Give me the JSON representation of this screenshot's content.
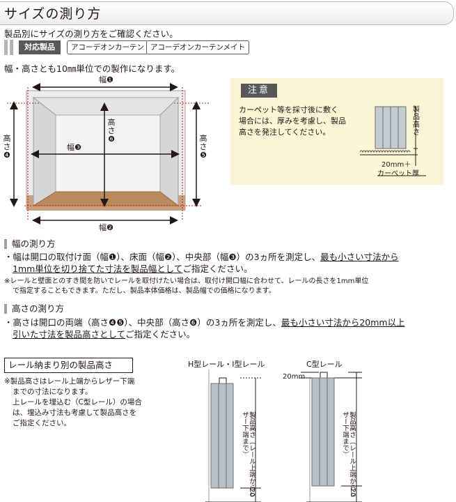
{
  "header": {
    "title": "サイズの測り方"
  },
  "intro": "製品別にサイズの測り方をご確認ください。",
  "products": {
    "label": "対応製品",
    "items": [
      "アコーデオンカーテン",
      "アコーデオンカーテンメイト"
    ]
  },
  "unit_note": "幅・高さとも10㎜単位での製作になります。",
  "diagram": {
    "width1": "幅❶",
    "width2": "幅❷",
    "width3": "幅❸",
    "height4_char": "高さ",
    "height4_num": "❹",
    "height5_char": "高さ",
    "height5_num": "❺",
    "height6_char": "高さ",
    "height6_num": "❻"
  },
  "caution": {
    "title": "注意",
    "lines": [
      "カーペット等を採寸後に敷く",
      "場合には、厚みを考慮し、製品",
      "高さを発注してください。"
    ],
    "product_height": "製品高さ",
    "carpet_line1": "20mm＋",
    "carpet_line2": "カーペット厚"
  },
  "width_section": {
    "heading": "幅の測り方",
    "line1_pre": "・幅は開口の取付け面（幅❶）、床面（幅❷）、中央部（幅❸）の3ヵ所を測定し、",
    "line1_u": "最も小さい寸法から",
    "line2_u": "1mm単位を切り捨てた寸法を製品幅として",
    "line2_post": "ご指定ください。",
    "note1": "※レールと壁面とのすき間を防いでレールを取付けたい場合は、取付け開口幅に合わせて、レールの長さを1mm単位",
    "note2": "で指定することもできます。ただし、製品本体価格は、製品幅での価格になります。"
  },
  "height_section": {
    "heading": "高さの測り方",
    "line1_pre": "・高さは開口の両端（高さ❹❺）、中央部（高さ❻）の3ヵ所を測定し、",
    "line1_u": "最も小さい寸法から20mm以上",
    "line2_u": "引いた寸法を製品高さとして",
    "line2_post": "ご指定ください。"
  },
  "rail_section": {
    "box_title": "レール納まり別の製品高さ",
    "notes": [
      "※製品高さはレール上端からレザー下端",
      "までの寸法になります。",
      "上レールを埋込む（C型レール）の場合",
      "は、埋込み寸法も考慮して製品高さを",
      "ご指定ください。"
    ],
    "h_label": "H型レール・I型レール",
    "c_label": "C型レール",
    "mm_label": "20mm",
    "vert_label_a": "製品高さ",
    "vert_label_b": "（レール上端からレザー下端まで）",
    "num20": "20"
  },
  "colors": {
    "floor": "#c8a27c",
    "note_bg": "#fcf5d5",
    "tag_bg": "#595757",
    "curtain": "#b7c0c8"
  }
}
